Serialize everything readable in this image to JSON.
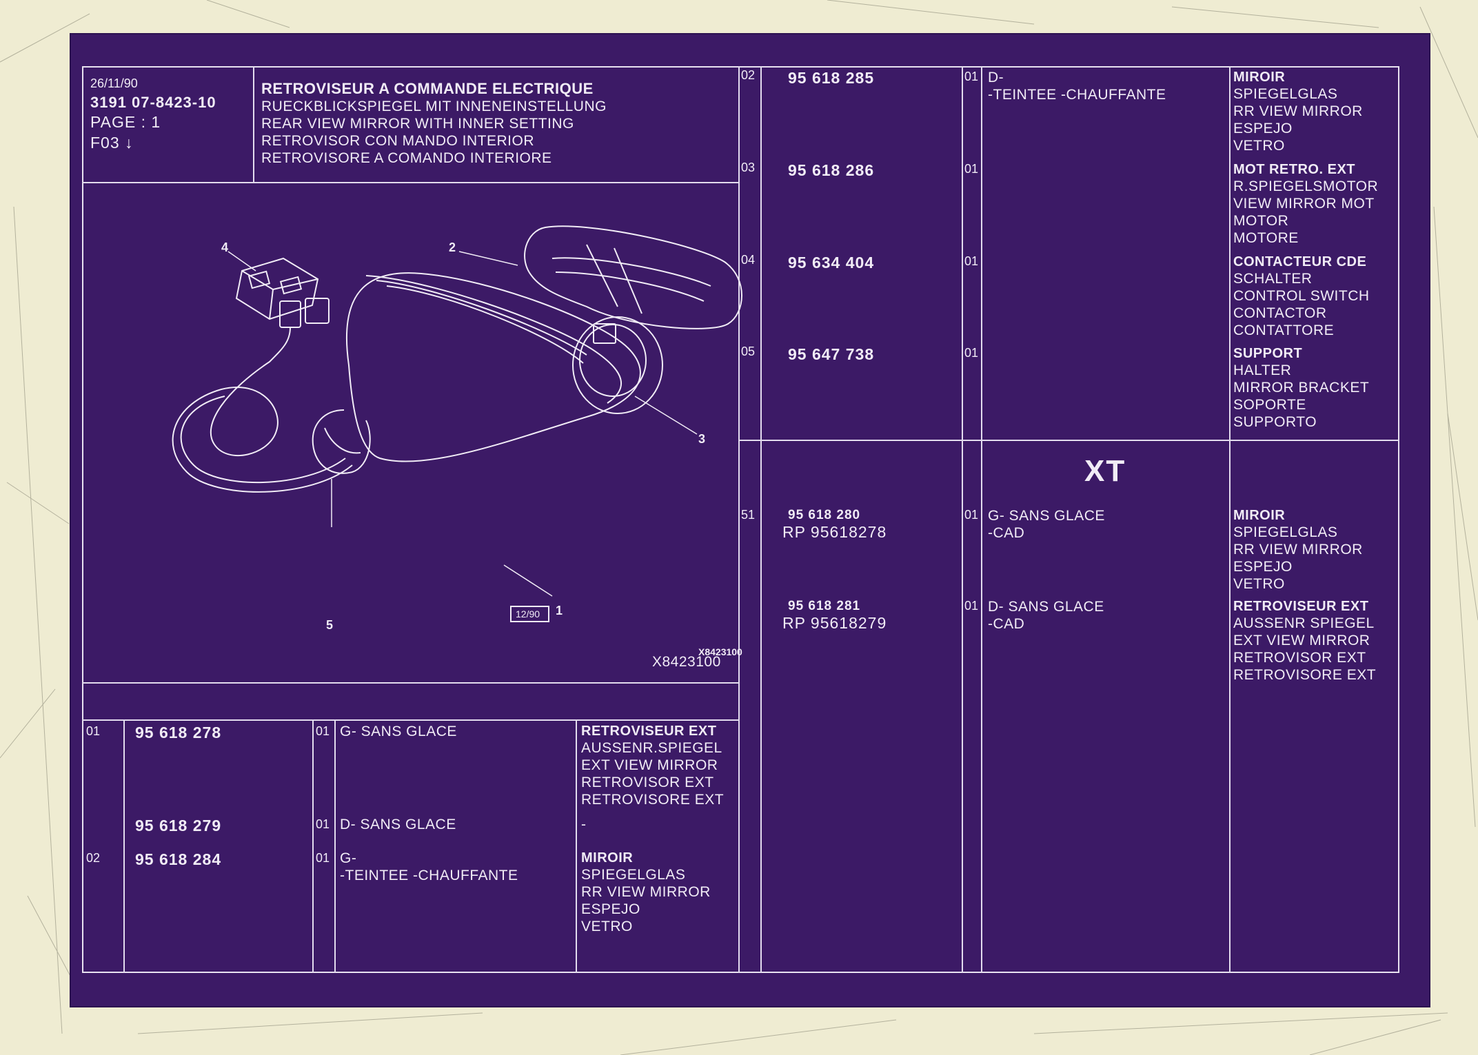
{
  "header": {
    "date": "26/11/90",
    "code": "3191  07-8423-10",
    "page": "PAGE : 1",
    "ref": "F03 ↓",
    "title": "RETROVISEUR A COMMANDE ELECTRIQUE",
    "translations": [
      "RUECKBLICKSPIEGEL MIT INNENEINSTELLUNG",
      "REAR VIEW MIRROR WITH INNER SETTING",
      "RETROVISOR CON MANDO INTERIOR",
      "RETROVISORE A COMANDO INTERIORE"
    ]
  },
  "diagram": {
    "callouts": [
      "1",
      "2",
      "3",
      "4",
      "5"
    ],
    "stamp": "12/90",
    "ref_small": "X8423100",
    "ref_large": "X8423100"
  },
  "left_table": [
    {
      "item": "01",
      "part": "95 618 278",
      "qty": "01",
      "variant": [
        "G-   SANS GLACE"
      ],
      "desc": [
        "RETROVISEUR EXT",
        "AUSSENR.SPIEGEL",
        "EXT VIEW MIRROR",
        "RETROVISOR EXT",
        "RETROVISORE EXT"
      ]
    },
    {
      "item": "",
      "part": "95 618 279",
      "qty": "01",
      "variant": [
        "D-   SANS GLACE"
      ],
      "desc": [
        "-"
      ]
    },
    {
      "item": "02",
      "part": "95 618 284",
      "qty": "01",
      "variant": [
        "G-",
        "-TEINTEE -CHAUFFANTE"
      ],
      "desc": [
        "MIROIR",
        "SPIEGELGLAS",
        "RR VIEW MIRROR",
        "ESPEJO",
        "VETRO"
      ]
    }
  ],
  "right_table": [
    {
      "item": "02",
      "part": "95 618 285",
      "qty": "01",
      "variant": [
        "D-",
        "-TEINTEE -CHAUFFANTE"
      ],
      "desc": [
        "MIROIR",
        "SPIEGELGLAS",
        "RR VIEW MIRROR",
        "ESPEJO",
        "VETRO"
      ]
    },
    {
      "item": "03",
      "part": "95 618 286",
      "qty": "01",
      "variant": [],
      "desc": [
        "MOT RETRO. EXT",
        "R.SPIEGELSMOTOR",
        "VIEW MIRROR MOT",
        "MOTOR",
        "MOTORE"
      ]
    },
    {
      "item": "04",
      "part": "95 634 404",
      "qty": "01",
      "variant": [],
      "desc": [
        "CONTACTEUR CDE",
        "SCHALTER",
        "CONTROL SWITCH",
        "CONTACTOR",
        "CONTATTORE"
      ]
    },
    {
      "item": "05",
      "part": "95 647 738",
      "qty": "01",
      "variant": [],
      "desc": [
        "SUPPORT",
        "HALTER",
        "MIRROR BRACKET",
        "SOPORTE",
        "SUPPORTO"
      ]
    }
  ],
  "xt_section": {
    "label": "XT",
    "rows": [
      {
        "item": "51",
        "part": "95 618 280",
        "rp": "RP  95618278",
        "qty": "01",
        "variant": [
          "G-   SANS GLACE",
          "-CAD"
        ],
        "desc": [
          "MIROIR",
          "SPIEGELGLAS",
          "RR VIEW MIRROR",
          "ESPEJO",
          "VETRO"
        ]
      },
      {
        "item": "",
        "part": "95 618 281",
        "rp": "RP  95618279",
        "qty": "01",
        "variant": [
          "D-   SANS GLACE",
          "-CAD"
        ],
        "desc": [
          "RETROVISEUR EXT",
          "AUSSENR SPIEGEL",
          "EXT VIEW MIRROR",
          "RETROVISOR EXT",
          "RETROVISORE EXT"
        ]
      }
    ]
  },
  "colors": {
    "sheet": "#3c1a66",
    "ink": "#f1ecf6",
    "paper": "#efecd2"
  }
}
